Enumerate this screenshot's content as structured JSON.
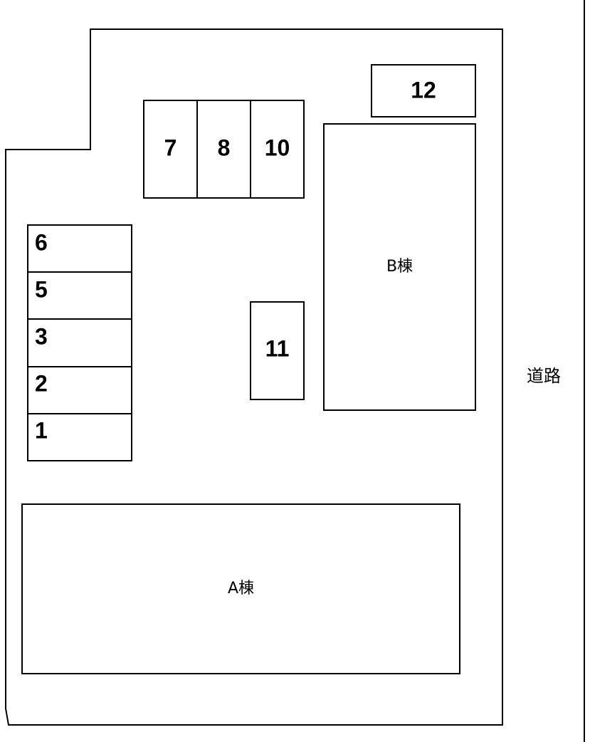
{
  "map": {
    "road_label": "道路",
    "buildings": {
      "a": "A棟",
      "b": "B棟"
    },
    "parking_spots": {
      "s1": "1",
      "s2": "2",
      "s3": "3",
      "s5": "5",
      "s6": "6",
      "s7": "7",
      "s8": "8",
      "s10": "10",
      "s11": "11",
      "s12": "12"
    }
  },
  "colors": {
    "line": "#000000",
    "background": "#ffffff"
  }
}
